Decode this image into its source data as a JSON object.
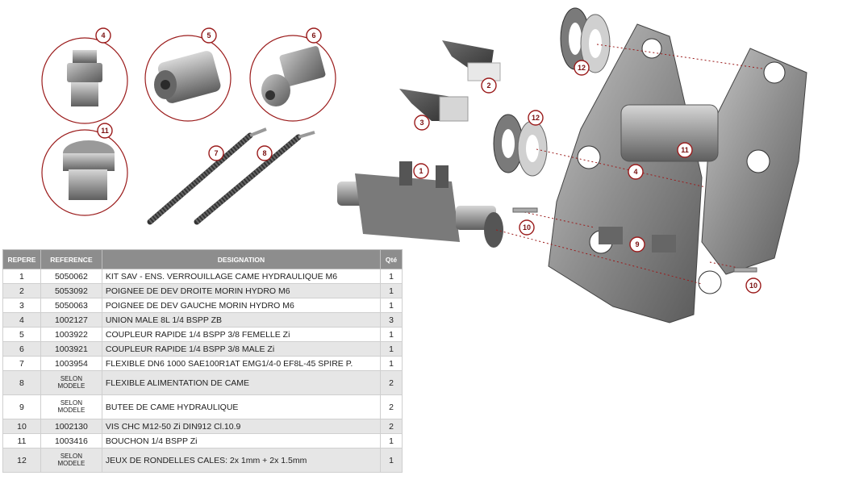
{
  "callouts": {
    "c4": "4",
    "c5": "5",
    "c6": "6",
    "c11": "11",
    "c7": "7",
    "c8": "8",
    "c1": "1",
    "c2": "2",
    "c3": "3",
    "c12a": "12",
    "c12b": "12",
    "c11b": "11",
    "c4b": "4",
    "c9": "9",
    "c10a": "10",
    "c10b": "10"
  },
  "table": {
    "headers": {
      "repere": "REPERE",
      "reference": "REFERENCE",
      "designation": "DESIGNATION",
      "qte": "Qté"
    },
    "rows": [
      {
        "repere": "1",
        "reference": "5050062",
        "designation": "KIT SAV - ENS. VERROUILLAGE CAME HYDRAULIQUE M6",
        "qte": "1"
      },
      {
        "repere": "2",
        "reference": "5053092",
        "designation": "POIGNEE DE DEV DROITE MORIN HYDRO M6",
        "qte": "1"
      },
      {
        "repere": "3",
        "reference": "5050063",
        "designation": "POIGNEE DE DEV GAUCHE MORIN HYDRO M6",
        "qte": "1"
      },
      {
        "repere": "4",
        "reference": "1002127",
        "designation": "UNION MALE 8L 1/4 BSPP ZB",
        "qte": "3"
      },
      {
        "repere": "5",
        "reference": "1003922",
        "designation": "COUPLEUR RAPIDE 1/4 BSPP 3/8 FEMELLE Zi",
        "qte": "1"
      },
      {
        "repere": "6",
        "reference": "1003921",
        "designation": "COUPLEUR RAPIDE 1/4 BSPP 3/8 MALE Zi",
        "qte": "1"
      },
      {
        "repere": "7",
        "reference": "1003954",
        "designation": "FLEXIBLE DN6 1000 SAE100R1AT EMG1/4-0 EF8L-45 SPIRE P.",
        "qte": "1"
      },
      {
        "repere": "8",
        "reference_line1": "SELON",
        "reference_line2": "MODELE",
        "designation": "FLEXIBLE ALIMENTATION DE CAME",
        "qte": "2"
      },
      {
        "repere": "9",
        "reference_line1": "SELON",
        "reference_line2": "MODELE",
        "designation": "BUTEE DE CAME HYDRAULIQUE",
        "qte": "2"
      },
      {
        "repere": "10",
        "reference": "1002130",
        "designation": "VIS CHC M12-50 Zi DIN912 Cl.10.9",
        "qte": "2"
      },
      {
        "repere": "11",
        "reference": "1003416",
        "designation": "BOUCHON 1/4 BSPP  Zi",
        "qte": "1"
      },
      {
        "repere": "12",
        "reference_line1": "SELON",
        "reference_line2": "MODELE",
        "designation": "JEUX DE RONDELLES CALES: 2x 1mm + 2x 1.5mm",
        "qte": "1"
      }
    ]
  }
}
